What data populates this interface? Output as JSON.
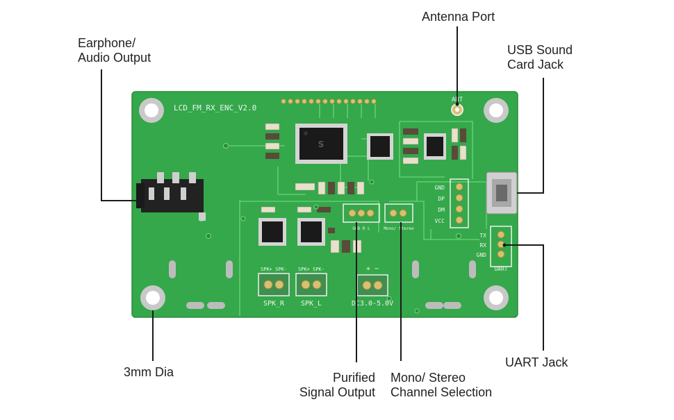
{
  "callouts": {
    "antenna_port": {
      "lines": [
        "Antenna Port"
      ]
    },
    "earphone_audio_output": {
      "lines": [
        "Earphone/",
        "Audio Output"
      ]
    },
    "usb_sound_card_jack": {
      "lines": [
        "USB Sound",
        "Card Jack"
      ]
    },
    "three_mm_dia": {
      "lines": [
        "3mm Dia"
      ]
    },
    "purified_signal_output": {
      "lines": [
        "Purified",
        "Signal Output"
      ]
    },
    "mono_stereo_channel_selection": {
      "lines": [
        "Mono/ Stereo",
        "Channel Selection"
      ]
    },
    "uart_jack": {
      "lines": [
        "UART Jack"
      ]
    }
  },
  "board": {
    "name": "LCD_FM_RX_ENC_V2.0",
    "ant": "ANT",
    "usb_pins": [
      "GND",
      "DP",
      "DM",
      "VCC"
    ],
    "uart_pins": [
      "TX",
      "RX",
      "GND"
    ],
    "uart_label": "UART",
    "spk_r_pins": "SPK+ SPK-",
    "spk_l_pins": "SPK+ SPK-",
    "spk_r": "SPK_R",
    "spk_l": "SPK_L",
    "dc_polarity": "+   −",
    "dc_label": "DC3.0-5.0V",
    "output_pins": "GND R L",
    "mono_stereo": "Mono/ Stereo"
  },
  "colors": {
    "pcb_green": "#34a84a",
    "trace_light": "#5fd070",
    "callout_line": "#1a1a1a"
  }
}
